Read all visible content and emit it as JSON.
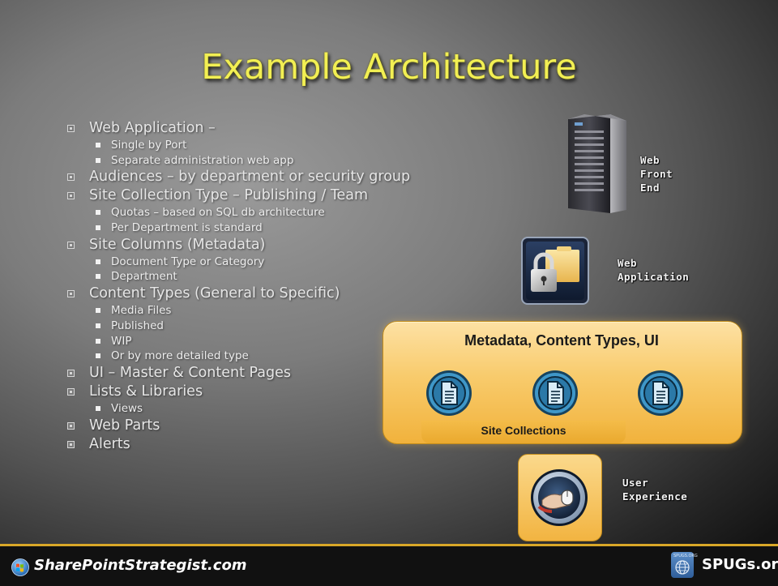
{
  "slide": {
    "title": "Example Architecture",
    "bullets": [
      {
        "text": "Web Application –",
        "sub": [
          "Single by Port",
          "Separate administration web app"
        ]
      },
      {
        "text": "Audiences – by department or security group",
        "sub": []
      },
      {
        "text": "Site Collection Type – Publishing / Team",
        "sub": [
          "Quotas – based on SQL db architecture",
          "Per Department is standard"
        ]
      },
      {
        "text": "Site Columns (Metadata)",
        "sub": [
          "Document Type or Category",
          "Department"
        ]
      },
      {
        "text": "Content Types (General to Specific)",
        "sub": [
          "Media Files",
          "Published",
          "WIP",
          "Or by more detailed type"
        ]
      },
      {
        "text": "UI – Master & Content Pages",
        "sub": []
      },
      {
        "text": "Lists & Libraries",
        "sub": [
          "Views"
        ]
      },
      {
        "text": "Web Parts",
        "sub": []
      },
      {
        "text": "Alerts",
        "sub": []
      }
    ]
  },
  "diagram": {
    "wfe_label": [
      "Web",
      "Front",
      "End"
    ],
    "webapp_label": [
      "Web",
      "Application"
    ],
    "panel_title": "Metadata, Content Types, UI",
    "panel_subtitle": "Site Collections",
    "ux_label": [
      "User",
      "Experience"
    ]
  },
  "footer": {
    "left_text": "SharePointStrategist.com",
    "right_logo_text": "SPUGS.ORG",
    "right_text": "SPUGs.org"
  },
  "colors": {
    "title": "#f2ef53",
    "panel": "#f6c35a",
    "footer_line": "#d9a728",
    "icon_blue": "#3a8cc0"
  }
}
